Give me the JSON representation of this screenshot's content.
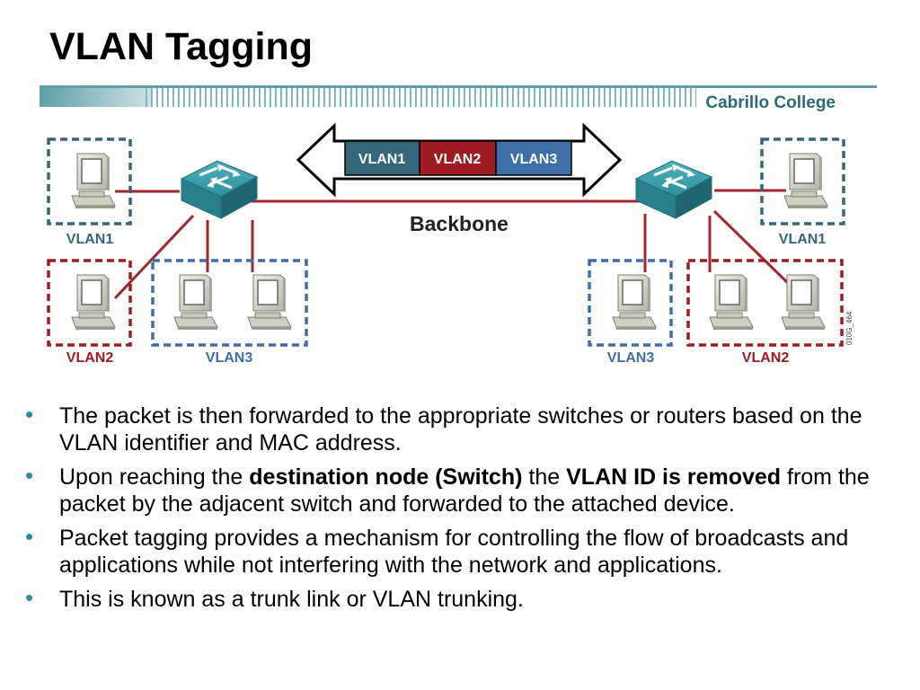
{
  "title": "VLAN Tagging",
  "college": "Cabrillo College",
  "colors": {
    "vlan1": "#36667a",
    "vlan2": "#a01a22",
    "vlan3": "#3d6ea8",
    "link": "#a3262d",
    "switch": "#2f8f9d",
    "bullet": "#2a8e9a"
  },
  "diagram": {
    "frame_tags": [
      "VLAN1",
      "VLAN2",
      "VLAN3"
    ],
    "backbone_label": "Backbone",
    "figure_code": "010G_464",
    "left_groups": [
      "VLAN1",
      "VLAN2",
      "VLAN3"
    ],
    "right_groups": [
      "VLAN1",
      "VLAN3",
      "VLAN2"
    ],
    "icons": [
      "switch-icon",
      "computer-icon",
      "double-arrow-icon"
    ]
  },
  "bullets": [
    {
      "segments": [
        {
          "text": "The packet is then forwarded to the appropriate switches or routers based on the VLAN identifier and MAC address.",
          "bold": false
        }
      ]
    },
    {
      "segments": [
        {
          "text": "Upon reaching the ",
          "bold": false
        },
        {
          "text": "destination node (Switch)",
          "bold": true
        },
        {
          "text": " the ",
          "bold": false
        },
        {
          "text": "VLAN ID is removed",
          "bold": true
        },
        {
          "text": " from the packet by the adjacent switch and forwarded to the attached device.",
          "bold": false
        }
      ]
    },
    {
      "segments": [
        {
          "text": "Packet tagging provides a mechanism for controlling the flow of broadcasts and applications while not interfering with the network and applications.",
          "bold": false
        }
      ]
    },
    {
      "segments": [
        {
          "text": "This is known as a trunk link or VLAN trunking.",
          "bold": false
        }
      ]
    }
  ]
}
